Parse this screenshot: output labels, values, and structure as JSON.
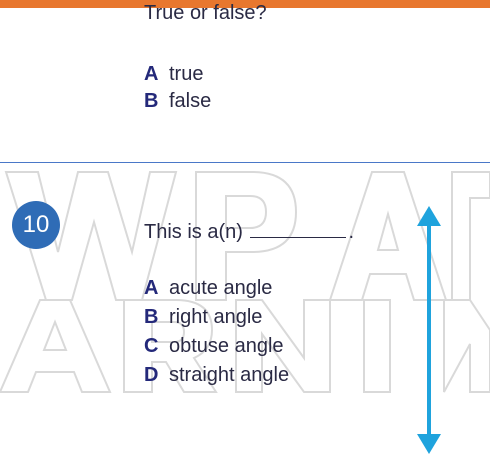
{
  "prev_question": {
    "text": "True or false?",
    "options": [
      {
        "letter": "A",
        "text": "true"
      },
      {
        "letter": "B",
        "text": "false"
      }
    ]
  },
  "question": {
    "number": "10",
    "before_blank": "This is a(n)",
    "after_blank": ".",
    "options": [
      {
        "letter": "A",
        "text": "acute angle"
      },
      {
        "letter": "B",
        "text": "right angle"
      },
      {
        "letter": "C",
        "text": "obtuse angle"
      },
      {
        "letter": "D",
        "text": "straight angle"
      }
    ]
  },
  "colors": {
    "accent_orange": "#e8772e",
    "badge_blue": "#2f6cb6",
    "arrow_blue": "#1fa3dd",
    "letter_navy": "#24297a"
  }
}
